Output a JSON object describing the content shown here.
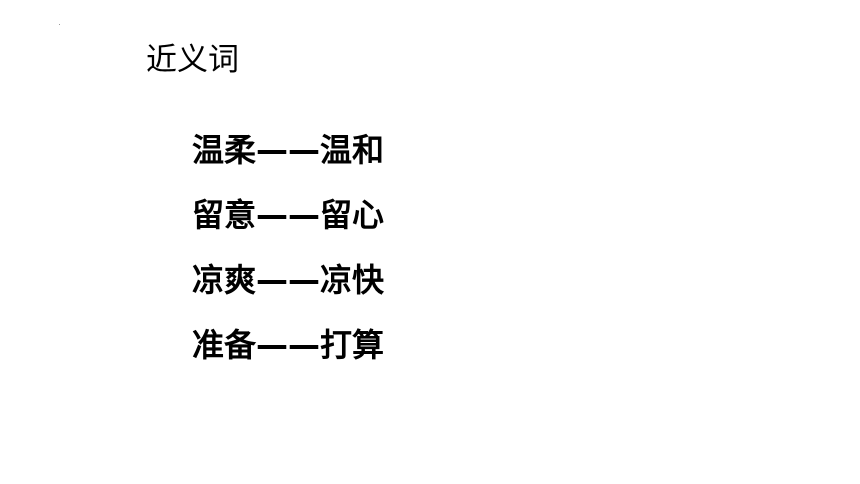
{
  "slide": {
    "title": "近义词",
    "pairs": [
      {
        "text": "温柔——温和"
      },
      {
        "text": "留意——留心"
      },
      {
        "text": "凉爽——凉快"
      },
      {
        "text": "准备——打算"
      }
    ]
  }
}
